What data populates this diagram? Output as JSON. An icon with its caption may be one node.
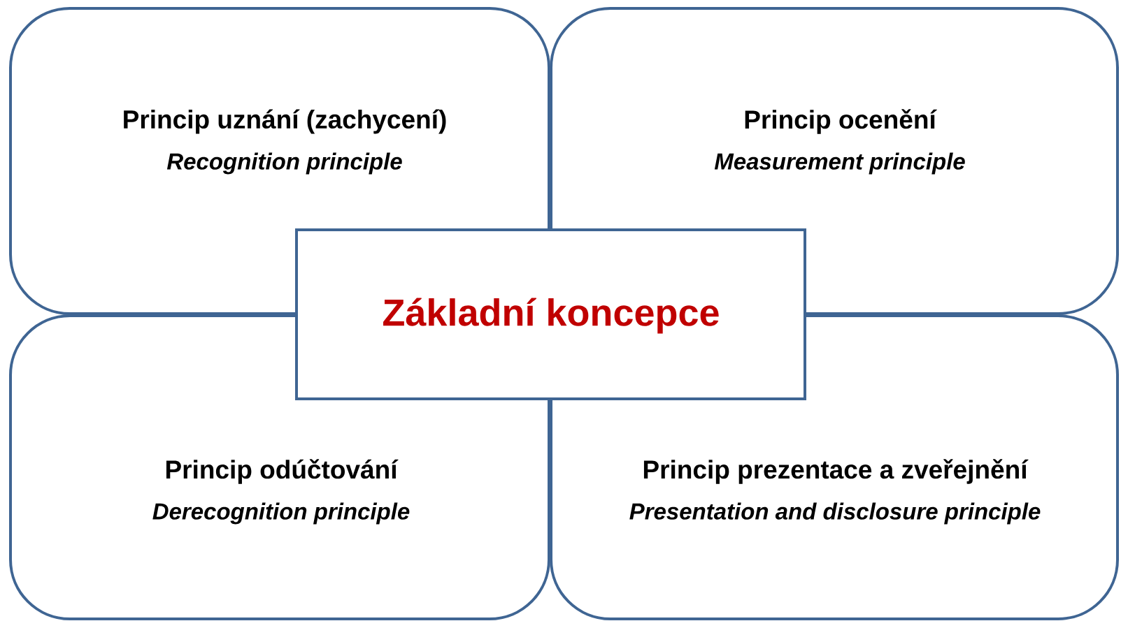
{
  "diagram": {
    "nodes": [
      {
        "text": [
          "Princip uznání (zachycení)",
          "Recognition principle"
        ]
      },
      {
        "text": [
          "Princip ocenění",
          "Measurement principle"
        ]
      },
      {
        "text": [
          "Základní koncepce"
        ]
      },
      {
        "text": [
          "Princip odúčtování",
          "Derecognition principle"
        ]
      },
      {
        "text": [
          "Princip prezentace a zveřejnění",
          "Presentation and disclosure principle"
        ]
      }
    ]
  }
}
